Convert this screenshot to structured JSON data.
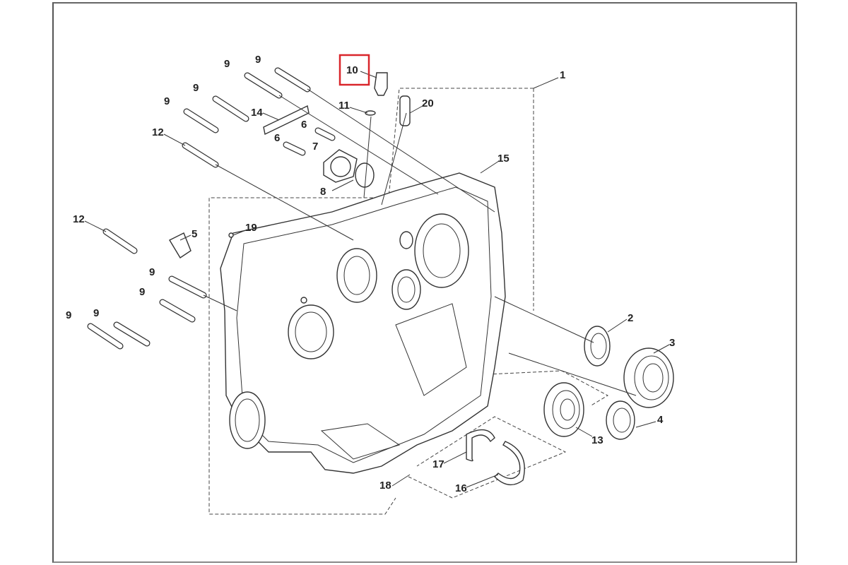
{
  "diagram": {
    "title": "Crankcase exploded parts diagram",
    "highlight_color": "#d9262b",
    "highlighted_callout": "10",
    "callouts": [
      "1",
      "2",
      "3",
      "4",
      "5",
      "6",
      "6",
      "7",
      "8",
      "9",
      "9",
      "9",
      "9",
      "9",
      "9",
      "9",
      "9",
      "10",
      "11",
      "12",
      "12",
      "13",
      "14",
      "15",
      "16",
      "17",
      "18",
      "19",
      "20"
    ]
  }
}
